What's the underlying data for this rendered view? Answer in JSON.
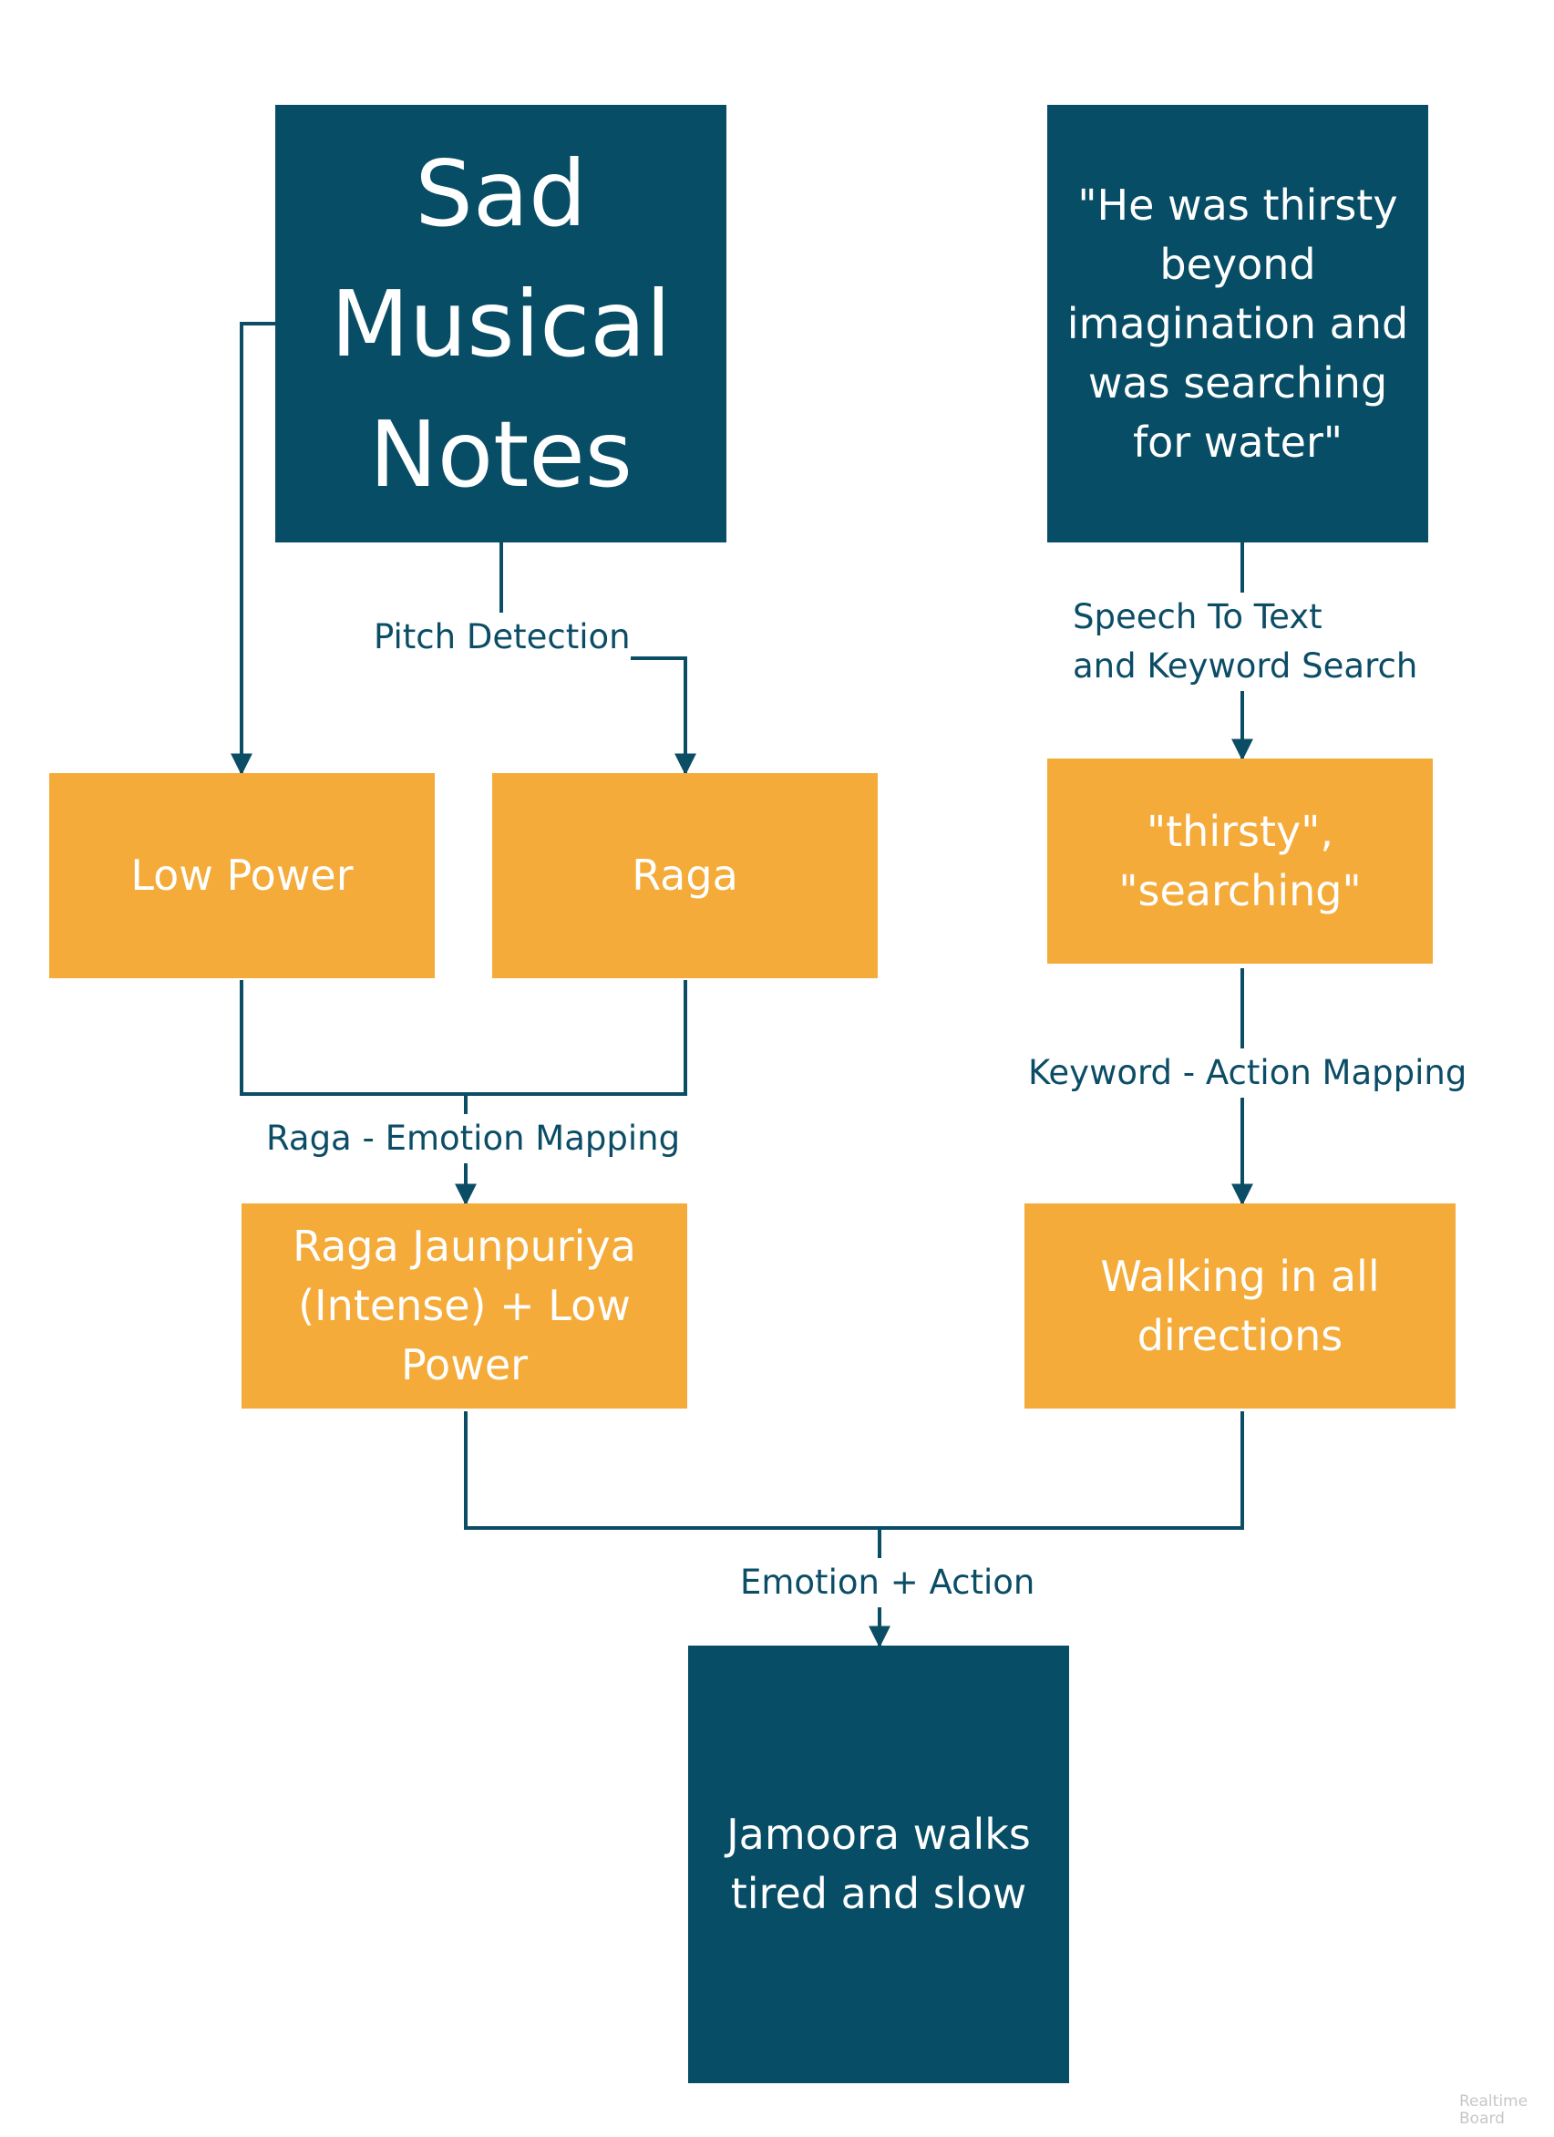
{
  "colors": {
    "primary_box": "#064d65",
    "secondary_box": "#f4ab39",
    "connector": "#0c4d66",
    "label_text": "#0c4d66"
  },
  "nodes": {
    "sad_musical_notes": "Sad\nMusical\nNotes",
    "quote": "\"He was thirsty\nbeyond\nimagination and\nwas searching\nfor water\"",
    "low_power": "Low Power",
    "raga": "Raga",
    "keywords": "\"thirsty\",\n\"searching\"",
    "raga_jaunpuriya": "Raga Jaunpuriya\n(Intense) + Low\nPower",
    "walking": "Walking in all\ndirections",
    "jamoora": "Jamoora walks\ntired and slow"
  },
  "edge_labels": {
    "pitch_detection": "Pitch Detection",
    "speech_to_text": "Speech To Text\nand Keyword Search",
    "raga_emotion_mapping": "Raga - Emotion Mapping",
    "keyword_action_mapping": "Keyword - Action Mapping",
    "emotion_action": "Emotion + Action"
  },
  "watermark": "Realtime\nBoard"
}
